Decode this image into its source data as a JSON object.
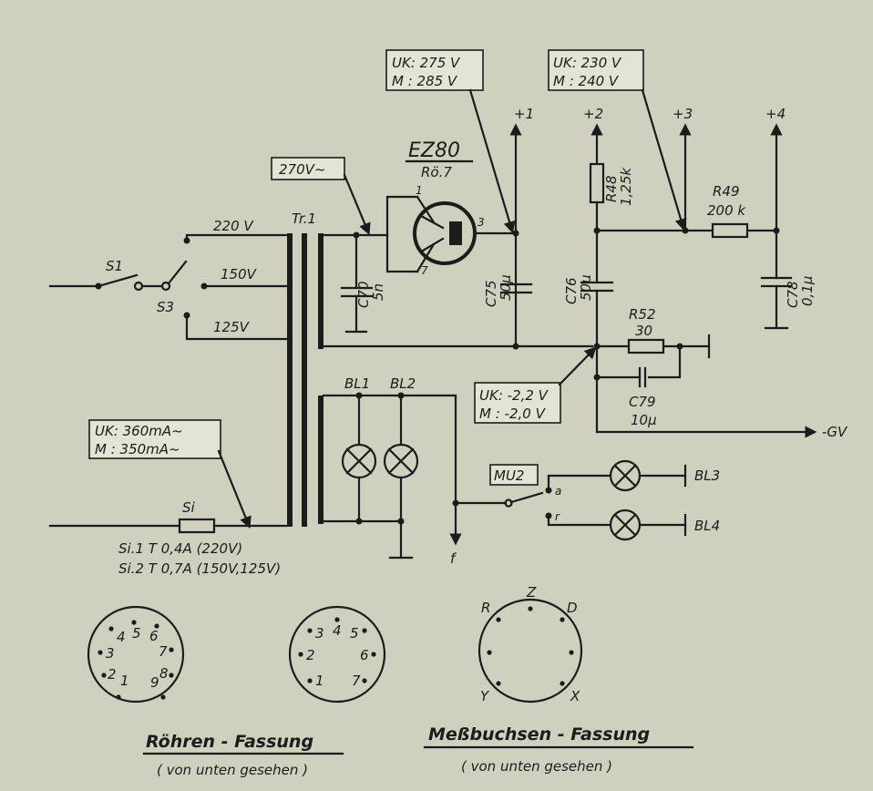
{
  "tube": {
    "name": "EZ80",
    "ref": "Rö.7",
    "pin1": "1",
    "pin3": "3",
    "pin7": "7"
  },
  "boxes": {
    "v270": "270V~",
    "uk275": "UK: 275 V",
    "m285": "M : 285 V",
    "uk230": "UK: 230 V",
    "m240": "M : 240 V",
    "uk22": "UK: -2,2 V",
    "m20": "M : -2,0 V",
    "uk360": "UK: 360mA~",
    "m350": "M : 350mA~",
    "mu2": "MU2"
  },
  "outputs": {
    "o1": "+1",
    "o2": "+2",
    "o3": "+3",
    "o4": "+4",
    "gv": "-GV",
    "f": "f"
  },
  "switches": {
    "s1": "S1",
    "s3": "S3"
  },
  "taps": {
    "t220": "220 V",
    "t150": "150V",
    "t125": "125V"
  },
  "transformer": "Tr.1",
  "capacitors": {
    "c70": "C70",
    "c70v": "5n",
    "c75": "C75",
    "c75v": "50µ",
    "c76": "C76",
    "c76v": "50µ",
    "c78": "C78",
    "c78v": "0,1µ",
    "c79": "C79",
    "c79v": "10µ"
  },
  "resistors": {
    "r48": "R48",
    "r48v": "1,25k",
    "r49": "R49",
    "r49v": "200 k",
    "r52": "R52",
    "r52v": "30"
  },
  "lamps": {
    "bl1": "BL1",
    "bl2": "BL2",
    "bl3": "BL3",
    "bl4": "BL4"
  },
  "switch_mu2": {
    "a": "a",
    "r": "r"
  },
  "fuse": {
    "label": "Si",
    "si1": "Si.1 T 0,4A (220V)",
    "si2": "Si.2 T 0,7A (150V,125V)"
  },
  "socket_tube1": [
    "1",
    "2",
    "3",
    "4",
    "5",
    "6",
    "7",
    "8",
    "9"
  ],
  "socket_tube2": [
    "1",
    "2",
    "3",
    "4",
    "5",
    "6",
    "7"
  ],
  "socket_meas": [
    "R",
    "Z",
    "D",
    "Y",
    "X"
  ],
  "captions": {
    "tube_socket": "Röhren - Fassung",
    "meas_socket": "Meßbuchsen - Fassung",
    "bottom_view_1": "( von unten gesehen )",
    "bottom_view_2": "( von unten gesehen )"
  }
}
